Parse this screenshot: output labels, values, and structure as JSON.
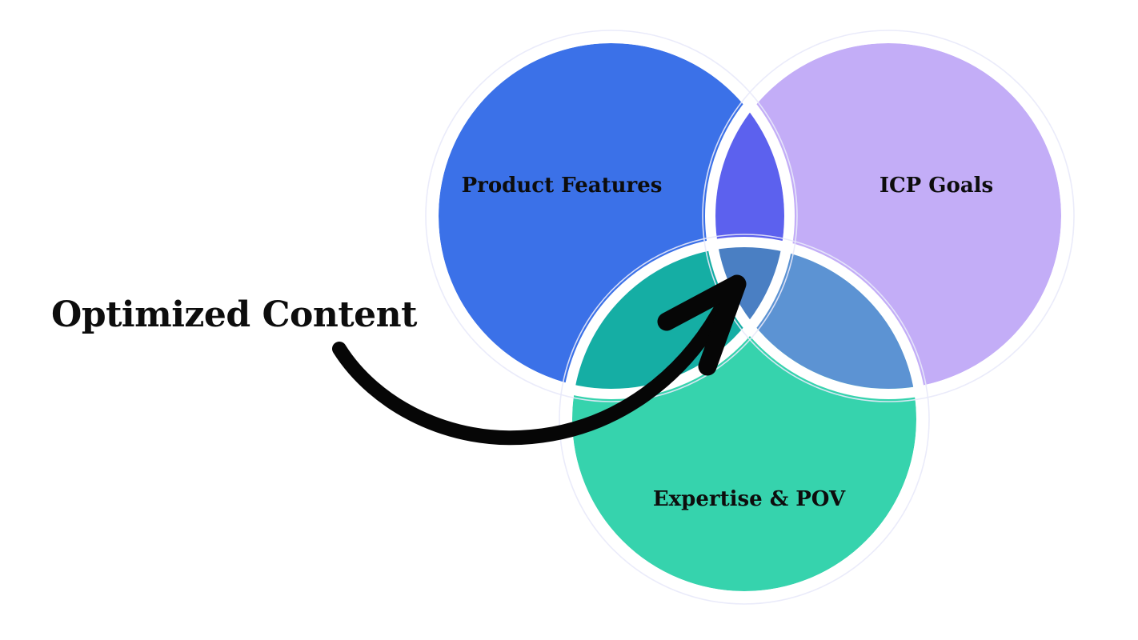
{
  "page": {
    "background": "#ffffff",
    "text_color": "#0d0d0d"
  },
  "annotation": {
    "label": "Optimized Content",
    "arrow_color": "#060606"
  },
  "venn": {
    "circles": [
      {
        "id": "product-features",
        "label": "Product Features",
        "color": "#3b71e8"
      },
      {
        "id": "icp-goals",
        "label": "ICP Goals",
        "color": "#c3adf7"
      },
      {
        "id": "expertise-pov",
        "label": "Expertise & POV",
        "color": "#36d3ad"
      }
    ],
    "overlaps": {
      "product_icp": "#5c61ee",
      "product_expertise": "#15aea4",
      "icp_expertise": "#5c93d3",
      "all_three": "#4a7fc3"
    },
    "ring_color": "#ffffff",
    "outer_hairline_color": "#e8e9f9"
  }
}
